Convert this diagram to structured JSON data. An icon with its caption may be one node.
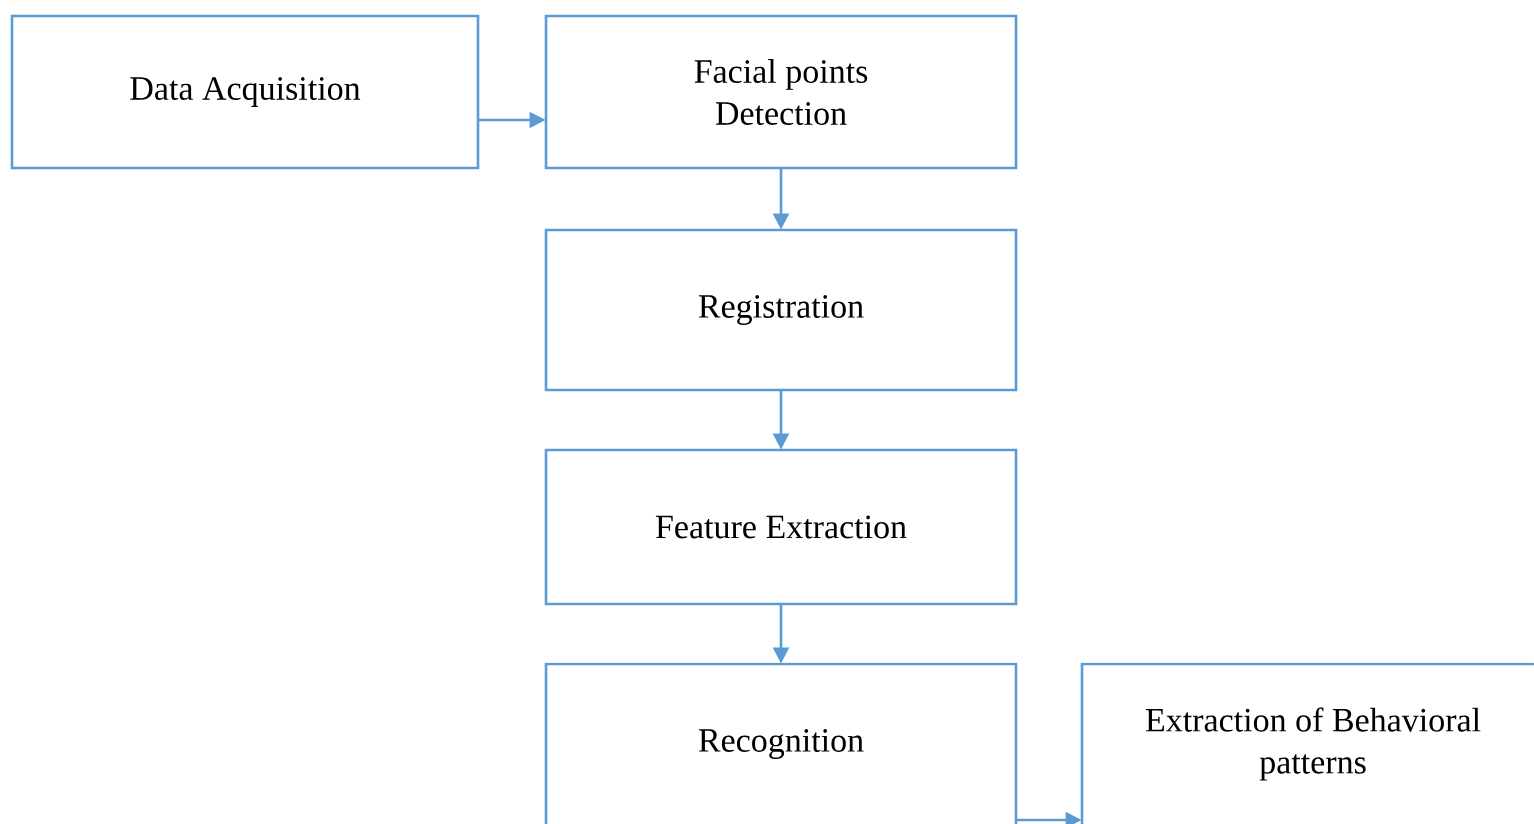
{
  "diagram": {
    "nodes": [
      {
        "text": [
          "Data Acquisition"
        ]
      },
      {
        "text": [
          "Facial points Detection"
        ]
      },
      {
        "text": [
          "Registration"
        ]
      },
      {
        "text": [
          "Feature Extraction"
        ]
      },
      {
        "text": [
          "Recognition"
        ]
      },
      {
        "text": [
          "Extraction of Behavioral patterns"
        ]
      }
    ],
    "edges": [
      {
        "from": 0,
        "to": 1,
        "arrow": "to"
      },
      {
        "from": 1,
        "to": 2,
        "arrow": "to"
      },
      {
        "from": 2,
        "to": 3,
        "arrow": "to"
      },
      {
        "from": 3,
        "to": 4,
        "arrow": "to"
      },
      {
        "from": 4,
        "to": 5,
        "arrow": "to"
      }
    ]
  }
}
